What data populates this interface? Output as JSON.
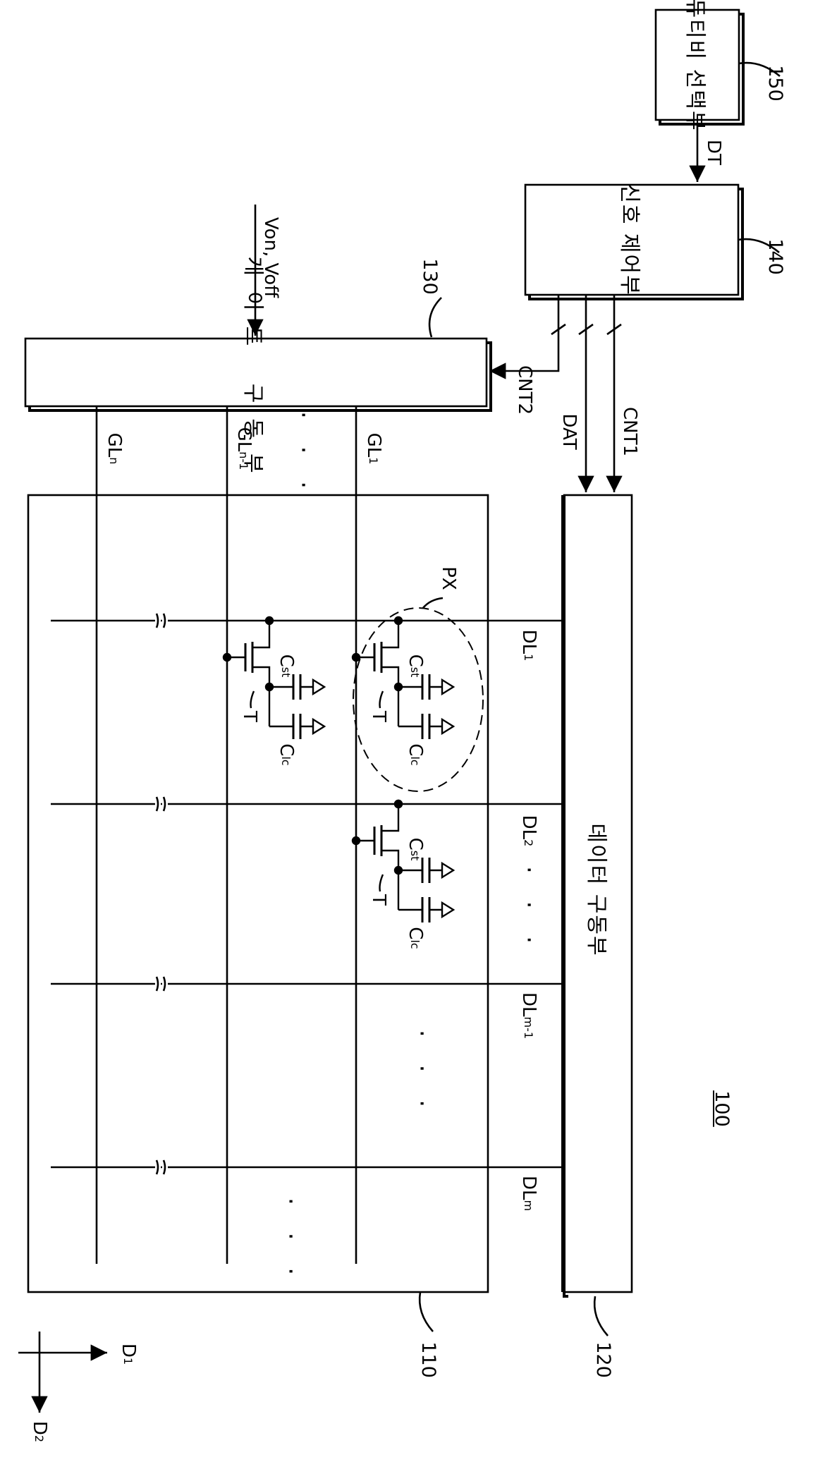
{
  "ref_numerals": {
    "display_device": "100",
    "display_panel": "110",
    "data_driver": "120",
    "gate_driver": "130",
    "signal_controller": "140",
    "duty_selector": "150"
  },
  "blocks": {
    "duty_selector_name": "듀티비 선택부",
    "signal_controller_name": "신호 제어부",
    "gate_driver_name": "게이트 구동부",
    "data_driver_name": "데이터 구동부"
  },
  "signals": {
    "dt": "DT",
    "cnt1": "CNT1",
    "dat": "DAT",
    "cnt2": "CNT2",
    "gate_voltages": "Von, Voff"
  },
  "gate_lines": [
    {
      "base": "GL",
      "sub": "1"
    },
    {
      "base": "GL",
      "sub": "n-1"
    },
    {
      "base": "GL",
      "sub": "n"
    }
  ],
  "data_lines": [
    {
      "base": "DL",
      "sub": "1"
    },
    {
      "base": "DL",
      "sub": "2"
    },
    {
      "base": "DL",
      "sub": "m-1"
    },
    {
      "base": "DL",
      "sub": "m"
    }
  ],
  "pixel": {
    "label": "PX",
    "transistor": "T",
    "storage_cap": {
      "base": "C",
      "sub": "st"
    },
    "lc_cap": {
      "base": "C",
      "sub": "lc"
    }
  },
  "ellipsis": "· · ·",
  "axes": {
    "d1": {
      "base": "D",
      "sub": "1"
    },
    "d2": {
      "base": "D",
      "sub": "2"
    }
  }
}
